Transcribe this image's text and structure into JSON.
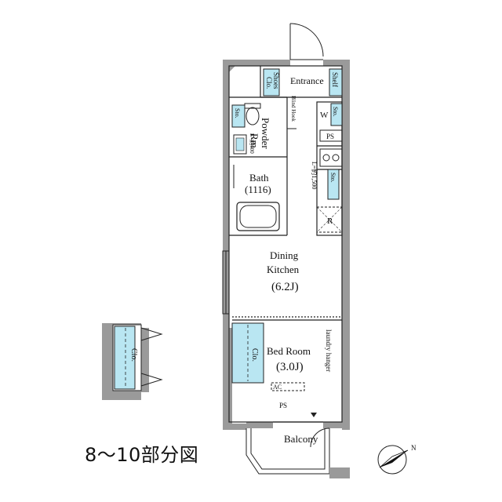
{
  "rooms": {
    "entrance": "Entrance",
    "shoes_clo_1": "Shoes",
    "shoes_clo_2": "Clo.",
    "shelf": "Shelf",
    "powder_rm_1": "Powder",
    "powder_rm_2": "Rm",
    "sto": "Sto.",
    "bath_1": "Bath",
    "bath_2": "(1116)",
    "dining_1": "Dining",
    "dining_2": "Kitchen",
    "dining_3": "(6.2J)",
    "bed_1": "Bed Room",
    "bed_2": "(3.0J)",
    "laundry_hanger": "laundry hanger",
    "clo": "Clo.",
    "balcony": "Balcony",
    "ps": "PS",
    "ac": "AC",
    "w": "W",
    "r": "R",
    "blind_hook": "Blind Hook",
    "l_small": "L=約600",
    "l_large": "L=約1,500",
    "north": "N"
  },
  "caption": "8〜10部分図",
  "colors": {
    "wall": "#9a9a9a",
    "closet": "#b9e6f2",
    "line": "#222222"
  }
}
